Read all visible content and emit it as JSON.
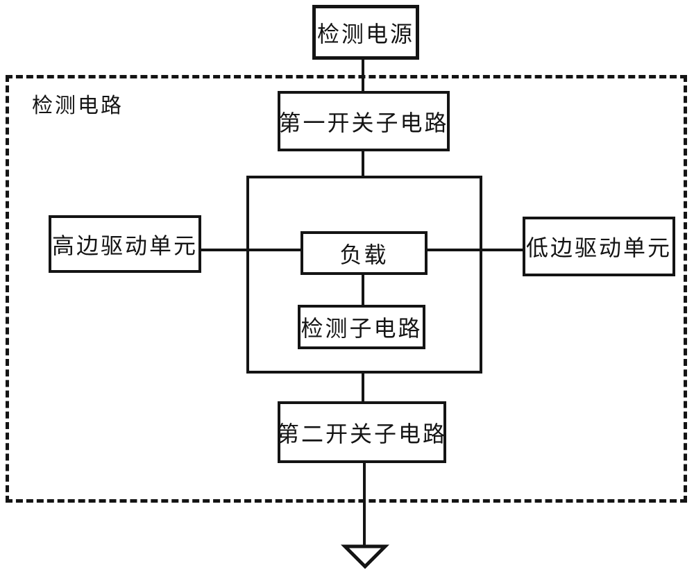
{
  "diagram": {
    "type": "block-diagram",
    "boundary_label": "检测电路",
    "nodes": {
      "power": "检测电源",
      "switch1": "第一开关子电路",
      "load": "负载",
      "detect_sub": "检测子电路",
      "high_side": "高边驱动单元",
      "low_side": "低边驱动单元",
      "switch2": "第二开关子电路"
    },
    "icons": {
      "ground": "ground-symbol"
    },
    "colors": {
      "line": "#141414",
      "background": "#ffffff"
    }
  }
}
